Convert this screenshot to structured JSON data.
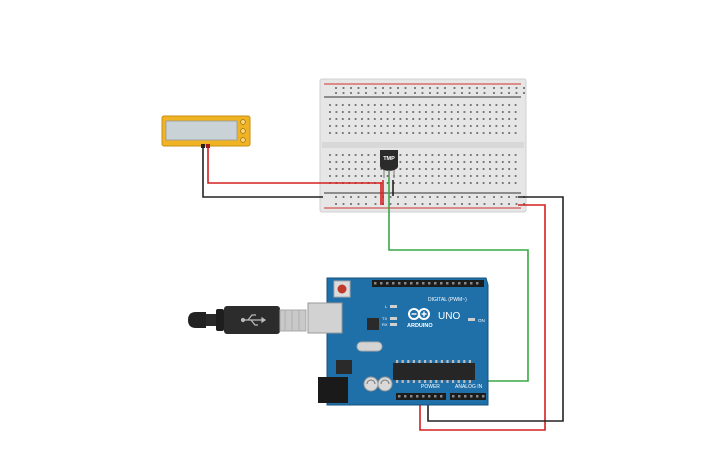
{
  "window": {
    "title": ""
  },
  "colors": {
    "background": "#ffffff",
    "breadboard": "#e6e6e6",
    "rail_red": "#d0312d",
    "rail_blue": "#333333",
    "arduino_board": "#1f6fa8",
    "arduino_dark": "#14527e",
    "wire_red": "#d32020",
    "wire_black": "#222222",
    "wire_green": "#39a845",
    "multimeter_body": "#f0b323",
    "multimeter_screen": "#c9d2d6"
  },
  "sensor": {
    "label": "TMP"
  },
  "arduino": {
    "brand": "ARDUINO",
    "model": "UNO",
    "digital_label": "DIGITAL (PWM~)",
    "power_label": "POWER",
    "analog_label": "ANALOG IN",
    "on_label": "ON",
    "tx_label": "TX",
    "rx_label": "RX",
    "l_label": "L"
  },
  "icons": {
    "usb": "usb-icon",
    "arduino_logo": "arduino-logo-icon",
    "reset": "reset-button-icon"
  }
}
